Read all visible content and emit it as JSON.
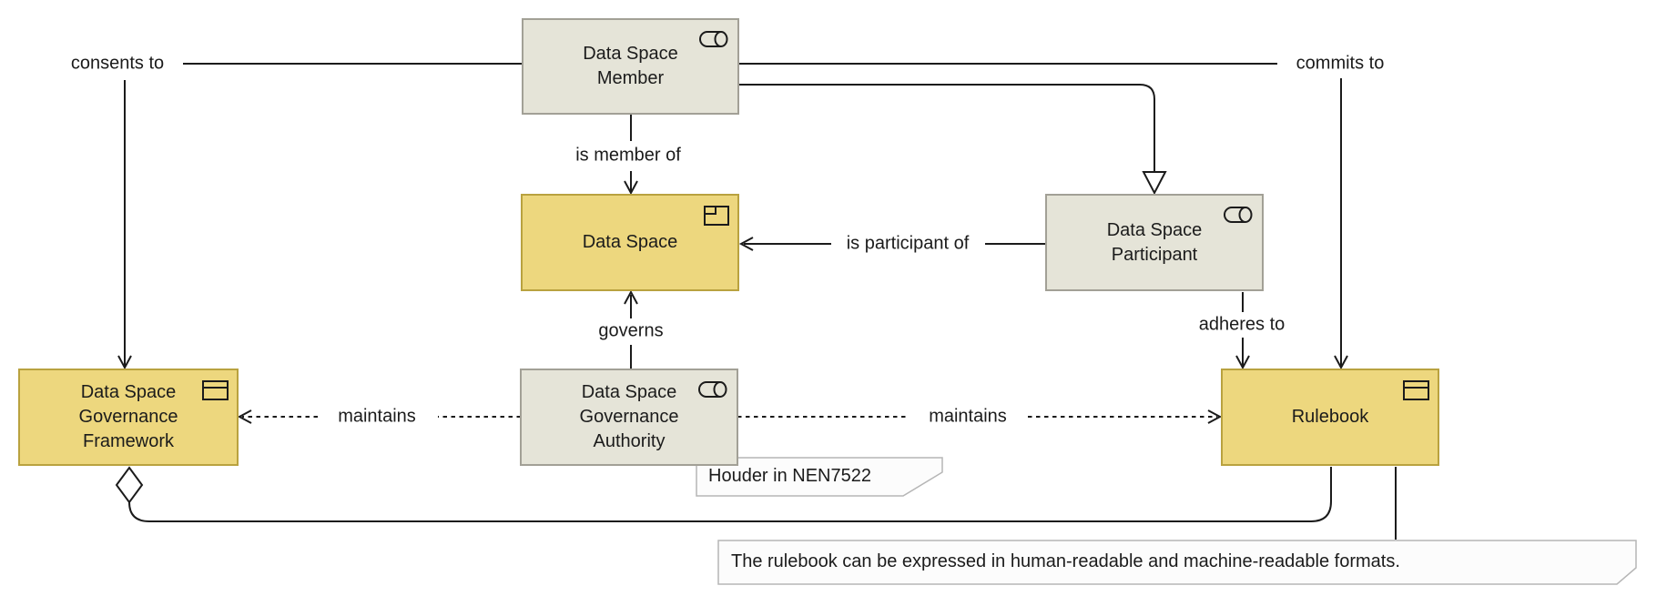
{
  "diagram": {
    "nodes": {
      "member": {
        "label": "Data Space\nMember",
        "icon": "role-icon",
        "fill": "#e5e4d8",
        "border": "#a2a096"
      },
      "dataspace": {
        "label": "Data Space",
        "icon": "product-icon",
        "fill": "#edd77e",
        "border": "#b9a23f"
      },
      "participant": {
        "label": "Data Space\nParticipant",
        "icon": "role-icon",
        "fill": "#e5e4d8",
        "border": "#a2a096"
      },
      "framework": {
        "label": "Data Space\nGovernance\nFramework",
        "icon": "business-object-icon",
        "fill": "#edd77e",
        "border": "#b9a23f"
      },
      "authority": {
        "label": "Data Space\nGovernance\nAuthority",
        "icon": "role-icon",
        "fill": "#e5e4d8",
        "border": "#a2a096"
      },
      "rulebook": {
        "label": "Rulebook",
        "icon": "business-object-icon",
        "fill": "#edd77e",
        "border": "#b9a23f"
      }
    },
    "edge_labels": {
      "consents_to": "consents to",
      "commits_to": "commits to",
      "is_member_of": "is member of",
      "is_participant_of": "is participant of",
      "governs": "governs",
      "adheres_to": "adheres to",
      "maintains_left": "maintains",
      "maintains_right": "maintains"
    },
    "notes": {
      "houder": "Houder in NEN7522",
      "rulebook_formats": "The rulebook can be expressed in human-readable and machine-readable formats."
    },
    "colors": {
      "line": "#1b1b1b",
      "yellow_fill": "#edd77e",
      "yellow_border": "#b9a23f",
      "gray_fill": "#e5e4d8",
      "gray_border": "#a2a096",
      "note_fill": "#fcfcfc",
      "note_border": "#b5b5b5"
    }
  }
}
